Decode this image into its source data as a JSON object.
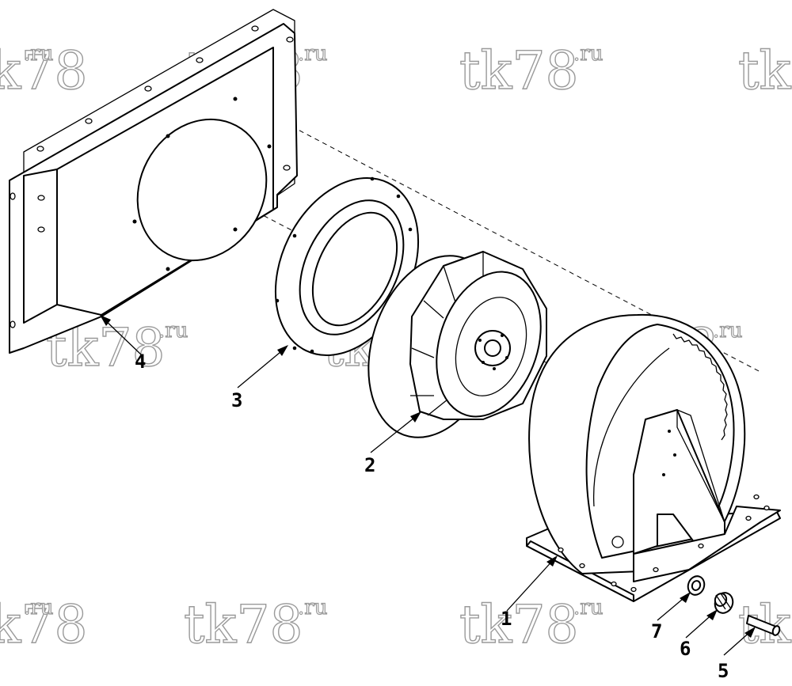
{
  "watermark": {
    "main": "tk78",
    "sup": ".ru"
  },
  "callouts": {
    "c1": "1",
    "c2": "2",
    "c3": "3",
    "c4": "4",
    "c5": "5",
    "c6": "6",
    "c7": "7"
  }
}
